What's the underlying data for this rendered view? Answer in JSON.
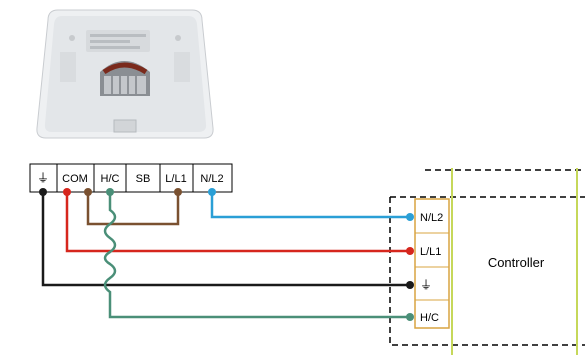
{
  "top_terminals": [
    {
      "label": "⏚",
      "icon": "ground-icon"
    },
    {
      "label": "COM"
    },
    {
      "label": "H/C"
    },
    {
      "label": "SB"
    },
    {
      "label": "L/L1"
    },
    {
      "label": "N/L2"
    }
  ],
  "controller": {
    "label": "Controller",
    "terminals": [
      {
        "label": "N/L2"
      },
      {
        "label": "L/L1"
      },
      {
        "label": "⏚",
        "icon": "ground-icon"
      },
      {
        "label": "H/C"
      }
    ]
  },
  "colors": {
    "black": "#1a1a1a",
    "red": "#d6261d",
    "brown": "#7a5130",
    "teal": "#4a8f78",
    "blue": "#2a9fd6",
    "controller_border": "#d9a441",
    "controller_panel": "#c6d85a"
  }
}
